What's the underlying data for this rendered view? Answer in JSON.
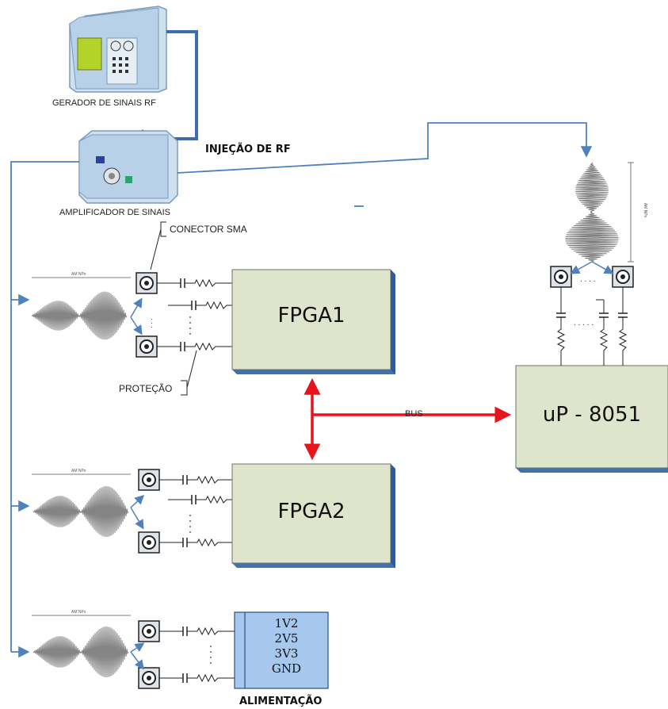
{
  "labels": {
    "signal_generator": "GERADOR DE SINAIS RF",
    "rf_injection": "INJEÇÃO DE RF",
    "amplifier": "AMPLIFICADOR DE SINAIS",
    "sma_connector": "CONECTOR SMA",
    "protection": "PROTEÇÃO",
    "bus": "BUS",
    "power": "ALIMENTAÇÃO"
  },
  "blocks": {
    "fpga1": "FPGA1",
    "fpga2": "FPGA2",
    "micro": "uP - 8051"
  },
  "power_rails": [
    "1V2",
    "2V5",
    "3V3",
    "GND"
  ],
  "tiny_labels": {
    "am_width": "AM NPs",
    "vertical_dim": "AM NPs"
  },
  "colors": {
    "blue_line": "#4f81bd",
    "bus_red": "#e8141b",
    "block_fill": "#dfe5cc",
    "block_shadow": "#3f6fb4",
    "supply_fill": "#a6c8ef"
  }
}
